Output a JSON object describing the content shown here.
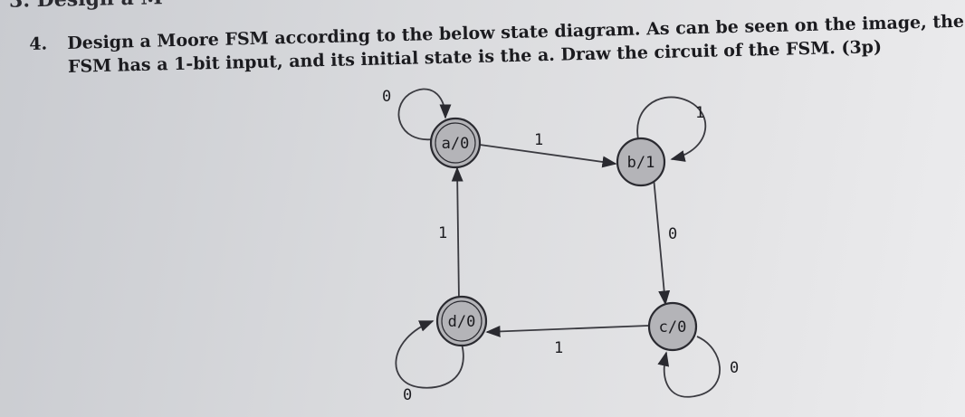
{
  "prev_question": {
    "text": "3. Design a M"
  },
  "question": {
    "number": "4.",
    "line1": "Design a Moore FSM according to the below state diagram. As can be seen on the image, the",
    "line2": "FSM has a 1-bit input, and its initial state is the a. Draw the circuit of the FSM. (3p)"
  },
  "diagram": {
    "states": {
      "a": "a/0",
      "b": "b/1",
      "c": "c/0",
      "d": "d/0"
    },
    "transitions": {
      "a_self": "0",
      "a_to_b": "1",
      "b_self": "1",
      "b_to_c": "0",
      "c_self": "0",
      "c_to_d": "1",
      "d_self": "0",
      "d_to_a": "1"
    }
  }
}
